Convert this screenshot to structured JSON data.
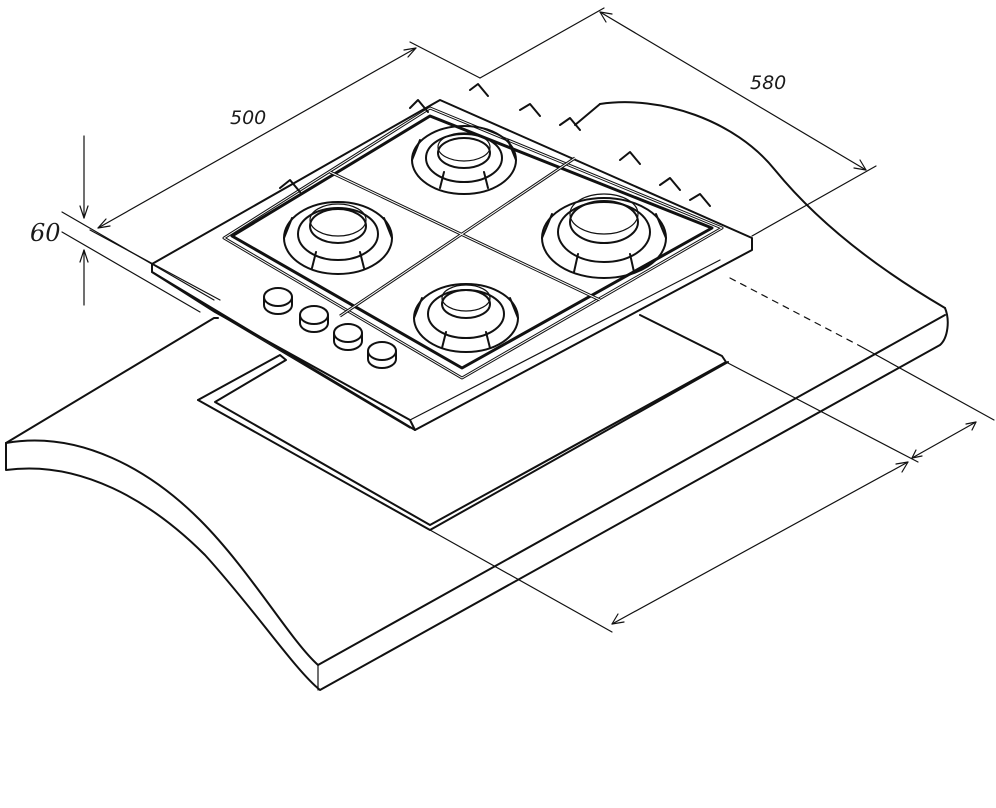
{
  "dimensions": {
    "width": "500",
    "depth": "580",
    "height": "60"
  },
  "burners": 4,
  "knobs": 4
}
